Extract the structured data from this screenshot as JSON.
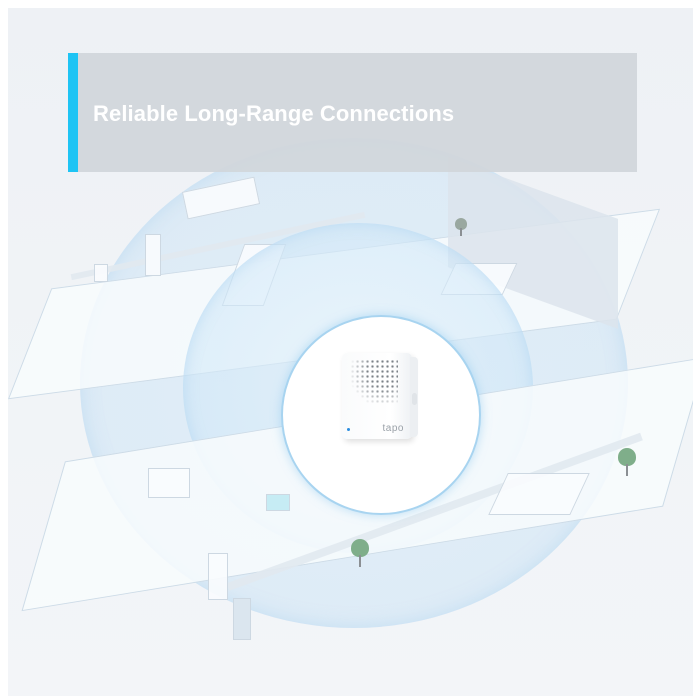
{
  "banner": {
    "title": "Reliable Long-Range Connections",
    "accent_color": "#1ec4f4",
    "panel_color": "#d4d8dc"
  },
  "device": {
    "brand_logo": "tapo",
    "type": "smart-hub-with-chime"
  },
  "illustration": {
    "description": "Two-floor isometric house cutaway with blue signal coverage rings",
    "ring_color": "#cfe6f7"
  }
}
